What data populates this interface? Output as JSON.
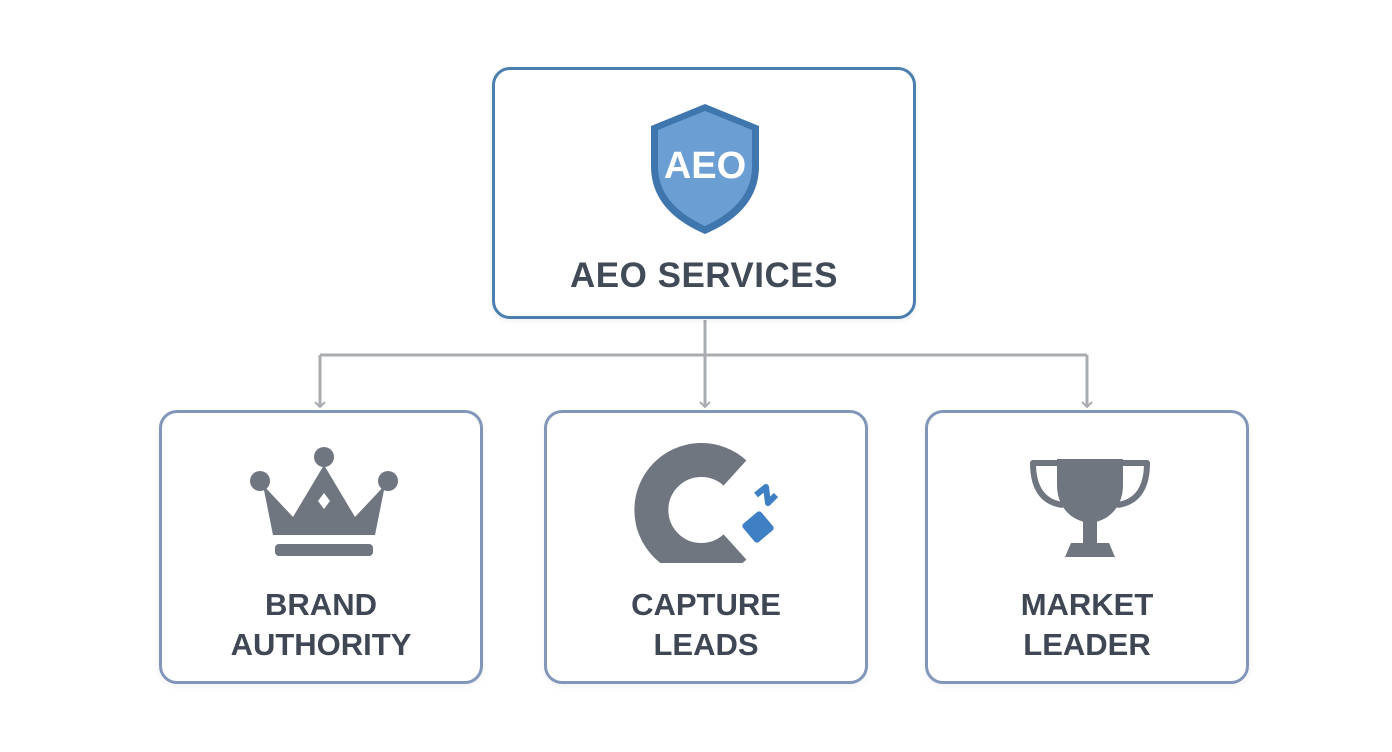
{
  "root": {
    "badge_text": "AEO",
    "title": "AEO SERVICES",
    "icon": "shield-icon"
  },
  "children": [
    {
      "line1": "BRAND",
      "line2": "AUTHORITY",
      "icon": "crown-icon"
    },
    {
      "line1": "CAPTURE",
      "line2": "LEADS",
      "icon": "magnet-icon"
    },
    {
      "line1": "MARKET",
      "line2": "LEADER",
      "icon": "trophy-icon"
    }
  ],
  "colors": {
    "accent_blue": "#4a7fb0",
    "shield_fill": "#6b9fd4",
    "icon_gray": "#6f7680",
    "text_dark": "#414a57",
    "connector_gray": "#a9acb1",
    "child_border": "#8196b8"
  }
}
